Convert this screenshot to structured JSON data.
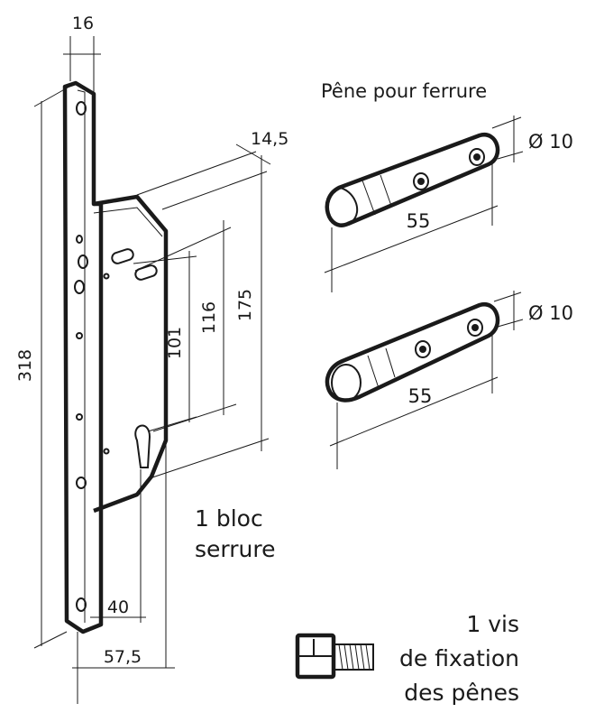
{
  "lock": {
    "dim_faceplate_width": "16",
    "dim_height": "318",
    "dim_depth": "14,5",
    "dim_175": "175",
    "dim_116": "116",
    "dim_101": "101",
    "dim_backset": "40",
    "dim_case": "57,5",
    "label_line1": "1 bloc",
    "label_line2": "serrure"
  },
  "bolts": {
    "title": "Pêne pour ferrure",
    "top_diameter": "Ø 10",
    "top_length": "55",
    "bottom_diameter": "Ø 10",
    "bottom_length": "55"
  },
  "screw": {
    "label_line1": "1 vis",
    "label_line2": "de fixation",
    "label_line3": "des pênes"
  }
}
